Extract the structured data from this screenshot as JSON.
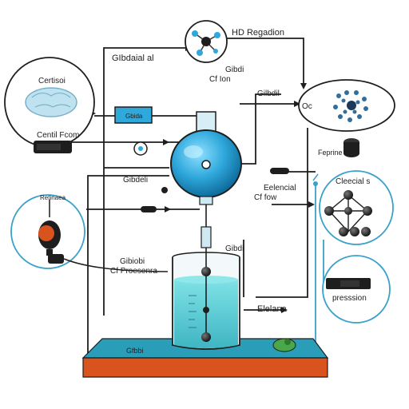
{
  "labels": {
    "top_right": "HD Regadion",
    "top_left": "GIbdaial al",
    "center_top_line1": "Gibdi",
    "center_top_line2": "Cf Ion",
    "brain": "Certisoi",
    "control_panel": "Centil Fcom",
    "blue_box": "Gbida",
    "right_upper": "Gilbdil",
    "molecule_circle": "Oc",
    "right_device": "Feprine",
    "middle_left": "Gibdeli",
    "electrical_line1": "Eelencial",
    "electrical_line2": "Cf fow",
    "electrical_circle": "Cleecial s",
    "left_device": "Retinaea",
    "process_line1": "Gibiobi",
    "process_line2": "Cf Proesenra",
    "beaker_label": "Gibdi",
    "pressure": "presssion",
    "bottom_right": "Elelana",
    "base_label": "Gfbbi"
  },
  "colors": {
    "sphere": "#2fa8dc",
    "liquid": "#6ad4dd",
    "base_top": "#2a9db9",
    "base_front": "#d9531e",
    "line_dark": "#1e1e1e",
    "line_teal": "#3aa1c9"
  }
}
